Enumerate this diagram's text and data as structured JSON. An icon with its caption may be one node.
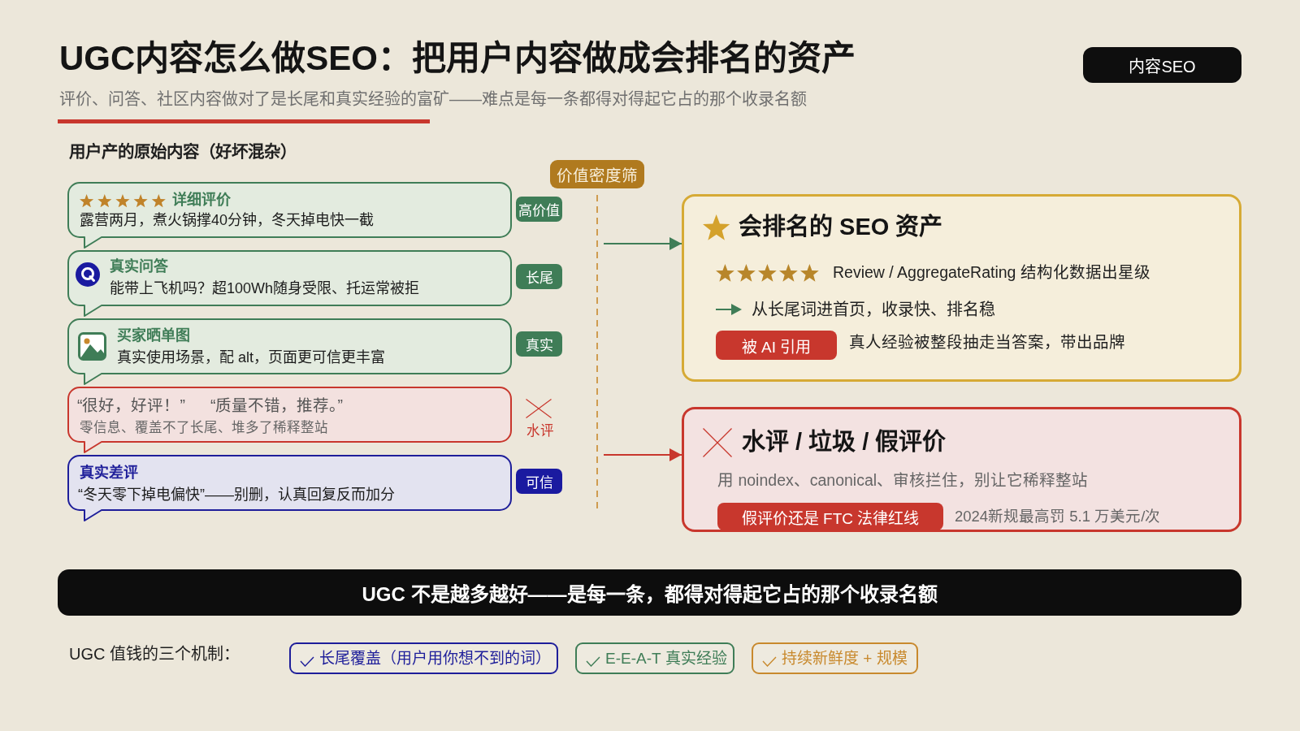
{
  "diagram": {
    "title": "UGC内容怎么做SEO：把用户内容做成会排名的资产",
    "nodes": [
      {
        "text": [
          "内容SEO"
        ]
      },
      {
        "text": [
          "详细评价",
          "露营两月，煮火锅撑40分钟，冬天掉电快一截"
        ]
      },
      {
        "text": [
          "高价值"
        ]
      },
      {
        "text": [
          "真实问答",
          "能带上飞机吗？超100Wh随身受限、托运常被拒"
        ]
      },
      {
        "text": [
          "长尾"
        ]
      },
      {
        "text": [
          "买家晒单图",
          "真实使用场景，配 alt，页面更可信更丰富"
        ]
      },
      {
        "text": [
          "真实"
        ]
      },
      {
        "text": [
          "“很好，好评！”",
          "“质量不错，推荐。”",
          "零信息、覆盖不了长尾、堆多了稀释整站"
        ],
        "beside": [
          "水评"
        ]
      },
      {
        "text": [
          "真实差评",
          "“冬天零下掉电偏快”——别删，认真回复反而加分"
        ]
      },
      {
        "text": [
          "可信"
        ]
      },
      {
        "text": [
          "价值密度筛"
        ]
      },
      {
        "text": [
          "会排名的 SEO 资产",
          "Review / AggregateRating 结构化数据出星级",
          "从长尾词进首页，收录快、排名稳",
          "真人经验被整段抽走当答案，带出品牌"
        ]
      },
      {
        "text": [
          "被 AI 引用"
        ],
        "in": 11
      },
      {
        "text": [
          "水评 / 垃圾 / 假评价",
          "用 noindex、canonical、审核拦住，别让它稀释整站",
          "2024新规最高罚 5.1 万美元/次"
        ]
      },
      {
        "text": [
          "假评价还是 FTC 法律红线"
        ],
        "in": 13
      },
      {
        "text": [
          "UGC 不是越多越好——是每一条，都得对得起它占的那个收录名额"
        ]
      },
      {
        "text": [
          "长尾覆盖（用户用你想不到的词）"
        ]
      },
      {
        "text": [
          "E-E-A-T 真实经验"
        ]
      },
      {
        "text": [
          "持续新鲜度 + 规模"
        ]
      }
    ],
    "edges": [
      {
        "from": null,
        "to": 11,
        "arrow": "to",
        "color": "#3f7d57"
      },
      {
        "from": null,
        "to": 13,
        "arrow": "to",
        "color": "#c8372d"
      }
    ],
    "labels": [
      "评价、问答、社区内容做对了是长尾和真实经验的富矿——难点是每一条都得对得起它占的那个收录名额",
      "用户产的原始内容（好坏混杂）",
      "UGC 值钱的三个机制："
    ]
  }
}
